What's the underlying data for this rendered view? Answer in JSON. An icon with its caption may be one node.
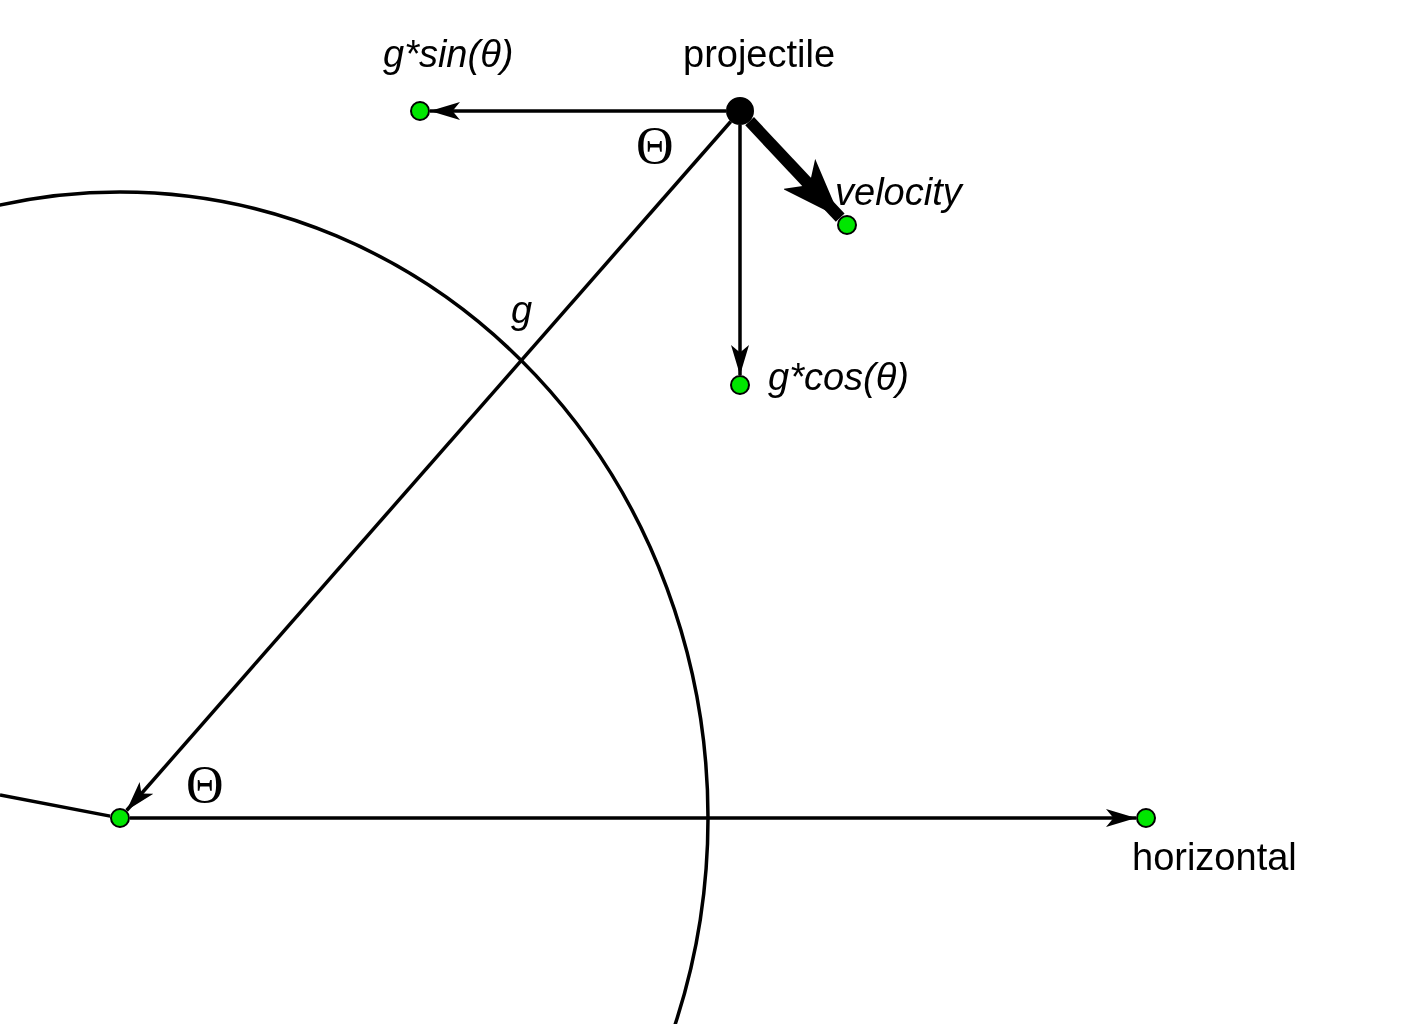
{
  "diagram": {
    "nodes": [
      {
        "text": [],
        "shape": "circle",
        "beside": [
          "projectile"
        ]
      },
      {
        "text": [],
        "shape": "circle",
        "beside": [
          "g*sin(θ)"
        ]
      },
      {
        "text": [],
        "shape": "circle",
        "beside": [
          "velocity"
        ]
      },
      {
        "text": [],
        "shape": "circle",
        "beside": [
          "g*cos(θ)"
        ]
      },
      {
        "text": [],
        "shape": "circle"
      },
      {
        "text": [],
        "shape": "circle",
        "beside": [
          "horizontal"
        ]
      }
    ],
    "edges": [
      {
        "from": 0,
        "to": 1,
        "arrow": "to"
      },
      {
        "from": 0,
        "to": 2,
        "arrow": "to",
        "style": "thick"
      },
      {
        "from": 0,
        "to": 3,
        "arrow": "to"
      },
      {
        "from": 0,
        "to": 4,
        "arrow": "to",
        "label": "g"
      },
      {
        "from": 4,
        "to": 5,
        "arrow": "to"
      },
      {
        "from": null,
        "to": 4,
        "arrow": "none"
      }
    ],
    "labels": [
      "Θ",
      "Θ"
    ]
  }
}
